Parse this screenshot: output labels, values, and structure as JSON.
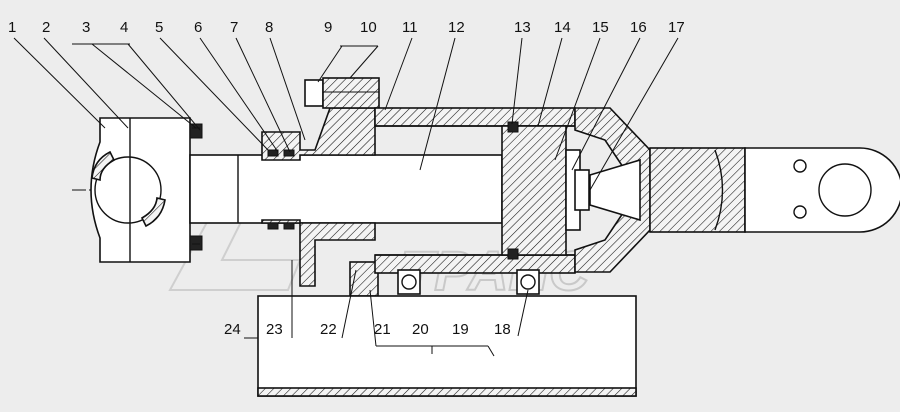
{
  "callouts": {
    "top": [
      "1",
      "2",
      "3",
      "4",
      "5",
      "6",
      "7",
      "8",
      "9",
      "10",
      "11",
      "12",
      "13",
      "14",
      "15",
      "16",
      "17"
    ],
    "bottom": [
      "24",
      "23",
      "22",
      "21",
      "20",
      "19",
      "18"
    ]
  },
  "watermark": {
    "line1": "АВТО",
    "line2": "ТРАНС"
  }
}
